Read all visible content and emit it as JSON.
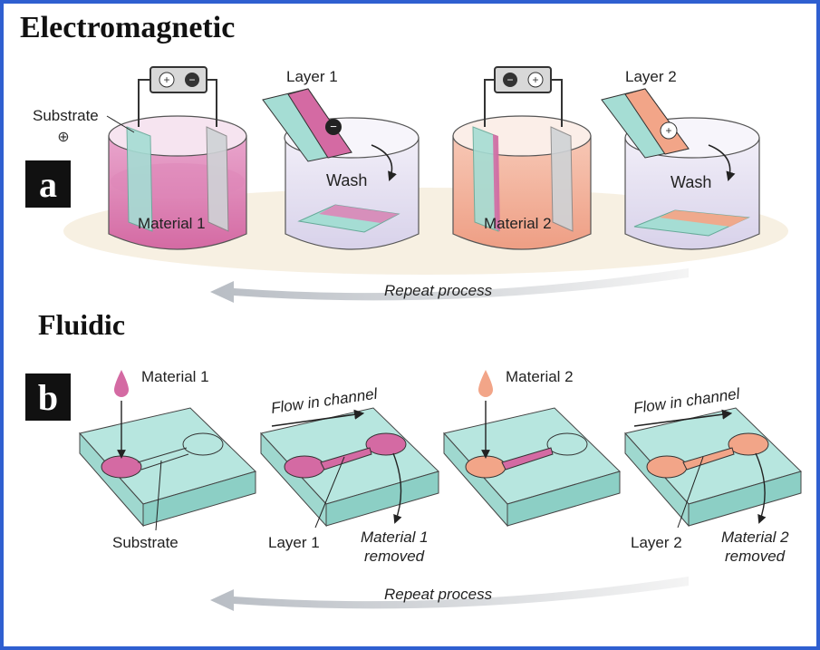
{
  "panel_a": {
    "heading": "Electromagnetic",
    "badge": "a",
    "labels": {
      "substrate": "Substrate",
      "plus": "⊕",
      "layer1": "Layer 1",
      "wash1": "Wash",
      "material1": "Material 1",
      "material2": "Material 2",
      "layer2": "Layer 2",
      "wash2": "Wash",
      "repeat": "Repeat process"
    },
    "battery_terminals_1": [
      "+",
      "−"
    ],
    "battery_terminals_2": [
      "−",
      "+"
    ]
  },
  "panel_b": {
    "heading": "Fluidic",
    "badge": "b",
    "labels": {
      "material1": "Material 1",
      "material2": "Material 2",
      "flow1": "Flow in channel",
      "flow2": "Flow in channel",
      "substrate": "Substrate",
      "layer1": "Layer 1",
      "material1_removed_a": "Material 1",
      "material1_removed_b": "removed",
      "layer2": "Layer 2",
      "material2_removed_a": "Material 2",
      "material2_removed_b": "removed",
      "repeat": "Repeat process"
    }
  },
  "colors": {
    "frame": "#2f5fd0",
    "material1": "#d96aa8",
    "material2": "#f2a588",
    "chip_glass": "#a8e0d8",
    "substrate": "#8fd3c8"
  }
}
